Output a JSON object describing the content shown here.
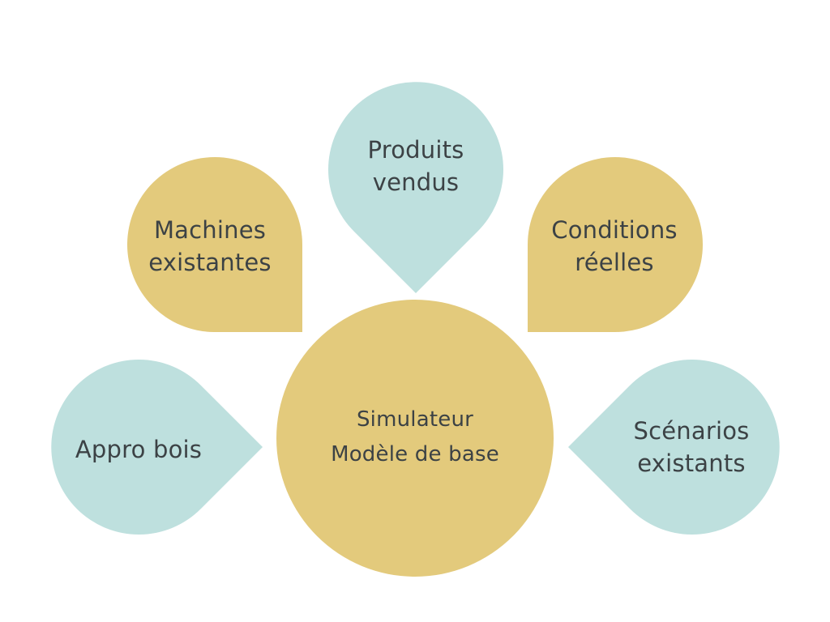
{
  "colors": {
    "yellow": "#e3ca7c",
    "teal": "#bee0de",
    "text": "#3c4245"
  },
  "nodes": {
    "center": {
      "line1": "Simulateur",
      "line2": "Modèle de base"
    },
    "produits": {
      "line1": "Produits",
      "line2": "vendus"
    },
    "machines": {
      "line1": "Machines",
      "line2": "existantes"
    },
    "conditions": {
      "line1": "Conditions",
      "line2": "réelles"
    },
    "appro": {
      "line1": "Appro bois"
    },
    "scenarios": {
      "line1": "Scénarios",
      "line2": "existants"
    }
  }
}
